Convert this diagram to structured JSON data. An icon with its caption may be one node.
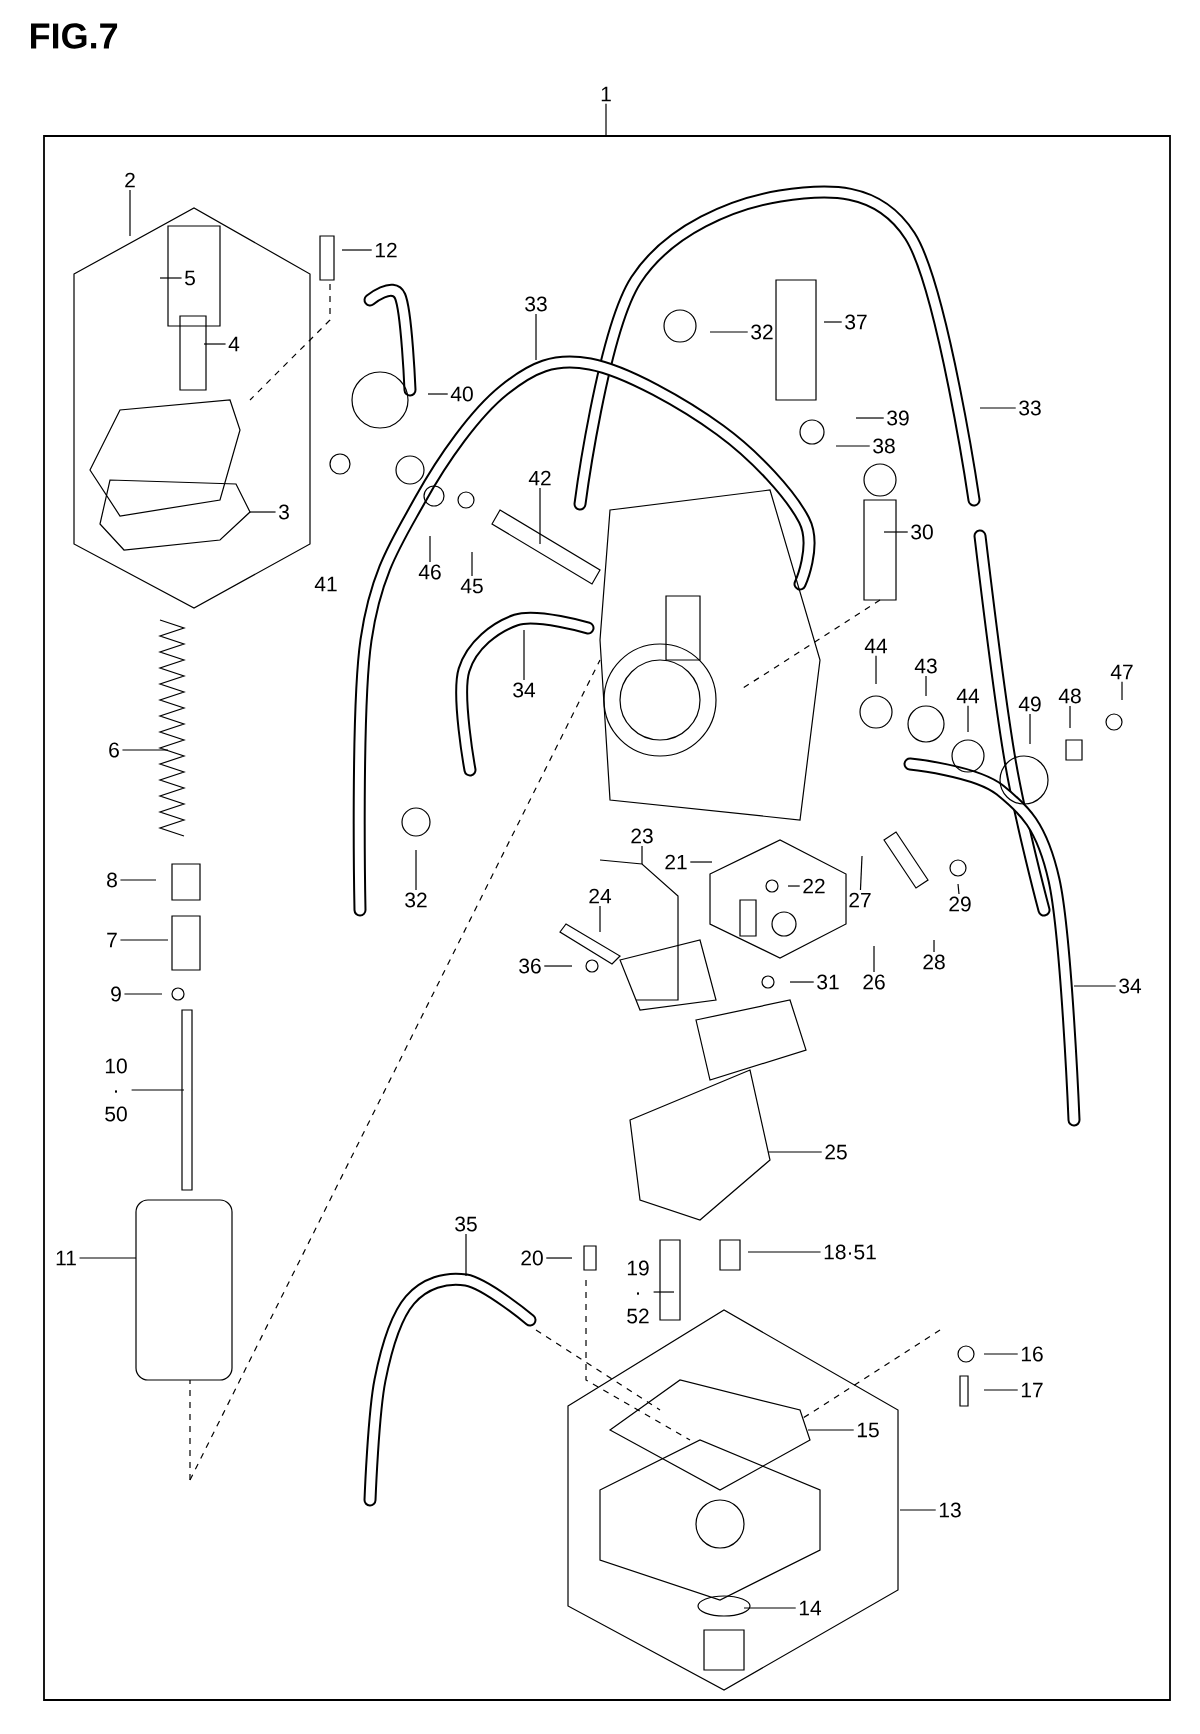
{
  "diagram": {
    "title": "FIG.7",
    "nodes": [
      {
        "text": [
          "1"
        ]
      },
      {
        "text": [
          "2"
        ]
      },
      {
        "text": [
          "5"
        ]
      },
      {
        "text": [
          "12"
        ]
      },
      {
        "text": [
          "33"
        ]
      },
      {
        "text": [
          "32"
        ]
      },
      {
        "text": [
          "37"
        ]
      },
      {
        "text": [
          "4"
        ]
      },
      {
        "text": [
          "40"
        ]
      },
      {
        "text": [
          "39"
        ]
      },
      {
        "text": [
          "33"
        ]
      },
      {
        "text": [
          "38"
        ]
      },
      {
        "text": [
          "42"
        ]
      },
      {
        "text": [
          "3"
        ]
      },
      {
        "text": [
          "30"
        ]
      },
      {
        "text": [
          "46"
        ]
      },
      {
        "text": [
          "45"
        ]
      },
      {
        "text": [
          "41"
        ]
      },
      {
        "text": [
          "34"
        ]
      },
      {
        "text": [
          "44"
        ]
      },
      {
        "text": [
          "43"
        ]
      },
      {
        "text": [
          "44"
        ]
      },
      {
        "text": [
          "49"
        ]
      },
      {
        "text": [
          "48"
        ]
      },
      {
        "text": [
          "47"
        ]
      },
      {
        "text": [
          "6"
        ]
      },
      {
        "text": [
          "23"
        ]
      },
      {
        "text": [
          "8"
        ]
      },
      {
        "text": [
          "32"
        ]
      },
      {
        "text": [
          "21"
        ]
      },
      {
        "text": [
          "22"
        ]
      },
      {
        "text": [
          "24"
        ]
      },
      {
        "text": [
          "27"
        ]
      },
      {
        "text": [
          "29"
        ]
      },
      {
        "text": [
          "7"
        ]
      },
      {
        "text": [
          "36"
        ]
      },
      {
        "text": [
          "28"
        ]
      },
      {
        "text": [
          "26"
        ]
      },
      {
        "text": [
          "31"
        ]
      },
      {
        "text": [
          "34"
        ]
      },
      {
        "text": [
          "9"
        ]
      },
      {
        "text": [
          "10 · 50"
        ]
      },
      {
        "text": [
          "25"
        ]
      },
      {
        "text": [
          "35"
        ]
      },
      {
        "text": [
          "11"
        ]
      },
      {
        "text": [
          "20"
        ]
      },
      {
        "text": [
          "18·51"
        ]
      },
      {
        "text": [
          "19 · 52"
        ]
      },
      {
        "text": [
          "16"
        ]
      },
      {
        "text": [
          "17"
        ]
      },
      {
        "text": [
          "15"
        ]
      },
      {
        "text": [
          "13"
        ]
      },
      {
        "text": [
          "14"
        ]
      }
    ],
    "edges": [
      {
        "from": 0,
        "to": null,
        "arrow": "none"
      },
      {
        "from": 1,
        "to": null,
        "arrow": "none"
      },
      {
        "from": 2,
        "to": null,
        "arrow": "none"
      },
      {
        "from": 3,
        "to": null,
        "arrow": "none"
      },
      {
        "from": 4,
        "to": null,
        "arrow": "none"
      },
      {
        "from": 5,
        "to": null,
        "arrow": "none"
      },
      {
        "from": 6,
        "to": null,
        "arrow": "none"
      },
      {
        "from": 7,
        "to": null,
        "arrow": "none"
      },
      {
        "from": 8,
        "to": null,
        "arrow": "none"
      },
      {
        "from": 9,
        "to": null,
        "arrow": "none"
      },
      {
        "from": 10,
        "to": null,
        "arrow": "none"
      },
      {
        "from": 11,
        "to": null,
        "arrow": "none"
      },
      {
        "from": 12,
        "to": null,
        "arrow": "none"
      },
      {
        "from": 13,
        "to": null,
        "arrow": "none"
      },
      {
        "from": 14,
        "to": null,
        "arrow": "none"
      },
      {
        "from": 15,
        "to": null,
        "arrow": "none"
      },
      {
        "from": 16,
        "to": null,
        "arrow": "none"
      },
      {
        "from": 18,
        "to": null,
        "arrow": "none"
      },
      {
        "from": 19,
        "to": null,
        "arrow": "none"
      },
      {
        "from": 20,
        "to": null,
        "arrow": "none"
      },
      {
        "from": 21,
        "to": null,
        "arrow": "none"
      },
      {
        "from": 22,
        "to": null,
        "arrow": "none"
      },
      {
        "from": 23,
        "to": null,
        "arrow": "none"
      },
      {
        "from": 24,
        "to": null,
        "arrow": "none"
      },
      {
        "from": 25,
        "to": null,
        "arrow": "none"
      },
      {
        "from": 26,
        "to": null,
        "arrow": "none"
      },
      {
        "from": 27,
        "to": null,
        "arrow": "none"
      },
      {
        "from": 28,
        "to": null,
        "arrow": "none"
      },
      {
        "from": 29,
        "to": null,
        "arrow": "none"
      },
      {
        "from": 30,
        "to": null,
        "arrow": "none"
      },
      {
        "from": 31,
        "to": null,
        "arrow": "none"
      },
      {
        "from": 32,
        "to": null,
        "arrow": "none"
      },
      {
        "from": 33,
        "to": null,
        "arrow": "none"
      },
      {
        "from": 34,
        "to": null,
        "arrow": "none"
      },
      {
        "from": 35,
        "to": null,
        "arrow": "none"
      },
      {
        "from": 36,
        "to": null,
        "arrow": "none"
      },
      {
        "from": 37,
        "to": null,
        "arrow": "none"
      },
      {
        "from": 38,
        "to": null,
        "arrow": "none"
      },
      {
        "from": 39,
        "to": null,
        "arrow": "none"
      },
      {
        "from": 40,
        "to": null,
        "arrow": "none"
      },
      {
        "from": 41,
        "to": null,
        "arrow": "none"
      },
      {
        "from": 42,
        "to": null,
        "arrow": "none"
      },
      {
        "from": 43,
        "to": null,
        "arrow": "none"
      },
      {
        "from": 44,
        "to": null,
        "arrow": "none"
      },
      {
        "from": 45,
        "to": null,
        "arrow": "none"
      },
      {
        "from": 46,
        "to": null,
        "arrow": "none"
      },
      {
        "from": 47,
        "to": null,
        "arrow": "none"
      },
      {
        "from": 48,
        "to": null,
        "arrow": "none"
      },
      {
        "from": 49,
        "to": null,
        "arrow": "none"
      },
      {
        "from": 50,
        "to": null,
        "arrow": "none"
      },
      {
        "from": 51,
        "to": null,
        "arrow": "none"
      },
      {
        "from": 52,
        "to": null,
        "arrow": "none"
      }
    ]
  }
}
